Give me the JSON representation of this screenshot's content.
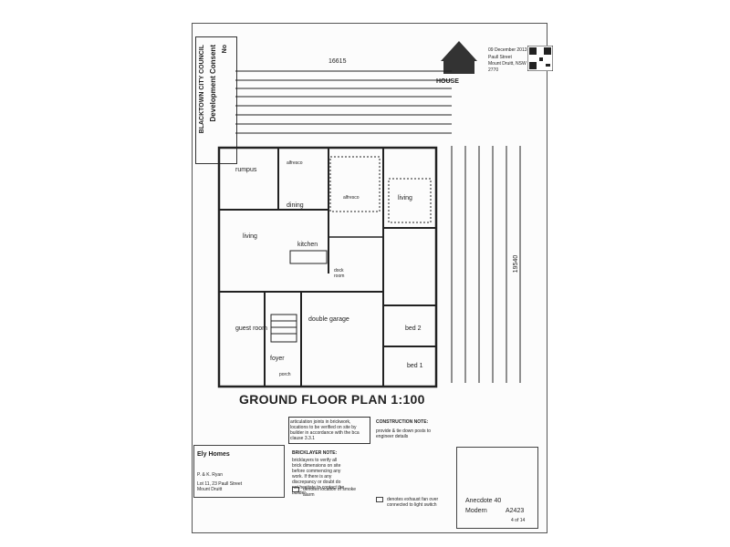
{
  "sheet": {
    "title": "GROUND FLOOR PLAN 1:100",
    "overall_width_dim": "16615",
    "right_dim": "19540"
  },
  "stamp": {
    "council": "BLACKTOWN CITY COUNCIL",
    "heading": "Development Consent",
    "no": "No"
  },
  "top_logo": {
    "name": "HOUSE",
    "address_lines": [
      "Paull Street",
      "Mount Druitt, NSW",
      "2770"
    ],
    "date": "09 December 2013"
  },
  "rooms": {
    "rumpus": "rumpus",
    "dining": "dining",
    "living_main": "living",
    "living_right": "living",
    "kitchen": "kitchen",
    "double_garage": "double garage",
    "guest_room": "guest room",
    "foyer": "foyer",
    "bed2": "bed 2",
    "bed1": "bed 1",
    "porch": "porch",
    "alfresco_left": "alfresco",
    "alfresco_right": "alfresco",
    "dock": "dock",
    "room": "room"
  },
  "notes": {
    "articulation": "articulation joints in brickwork, locations to be verified on site by builder in accordance with the bca clause 3.3.1",
    "construction_note_label": "CONSTRUCTION NOTE:",
    "engineer_note": "provide & tie down posts to engineer details",
    "bricklayers_label": "BRICKLAYER NOTE:",
    "bricklayer_text": "bricklayers to verify all brick dimensions on site before commencing any work. If there is any discrepancy or doubt do not hesitate to contact the builder",
    "legend_1": "denotes location of smoke alarm",
    "legend_2": "denotes exhaust fan over connected to light switch"
  },
  "title_block": {
    "company": "Ely Homes",
    "client": "P. & K. Ryan",
    "project": "Lot 11, 23 Paull Street Mount Druitt",
    "design": "Anecdote 40",
    "facade": "Modern",
    "drawing_no": "A2423",
    "sheet": "4 of 14"
  }
}
